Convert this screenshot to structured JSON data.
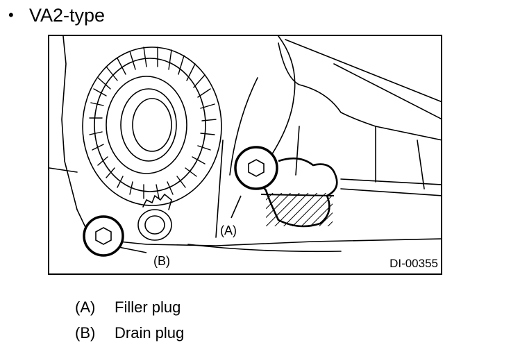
{
  "heading": {
    "bullet": "•",
    "text": "VA2-type"
  },
  "figure": {
    "callout_a": "(A)",
    "callout_b": "(B)",
    "figure_id": "DI-00355"
  },
  "legend": [
    {
      "key": "(A)",
      "label": "Filler plug"
    },
    {
      "key": "(B)",
      "label": "Drain plug"
    }
  ]
}
